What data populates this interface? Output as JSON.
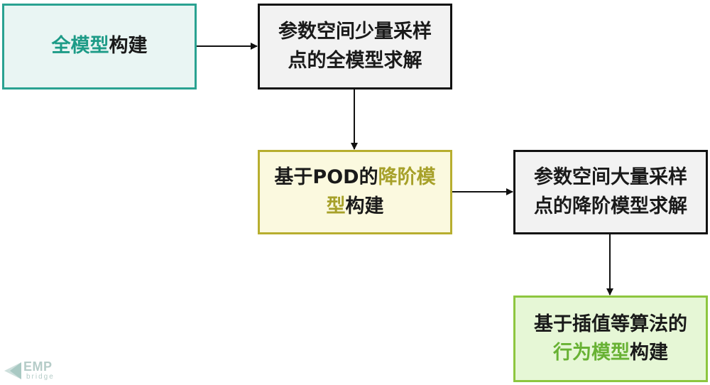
{
  "colors": {
    "teal": "#2aa291",
    "gray_border": "#111111",
    "olive": "#b7ae2f",
    "green": "#8dc63f"
  },
  "nodes": {
    "full_model": {
      "hl": "全模型",
      "rest": "构建"
    },
    "full_solve": {
      "line1": "参数空间少量采样",
      "line2": "点的全模型求解"
    },
    "pod_rom": {
      "pre": "基于POD的",
      "hl1": "降阶模",
      "hl2": "型",
      "post": "构建"
    },
    "rom_solve": {
      "line1": "参数空间大量采样",
      "line2": "点的降阶模型求解"
    },
    "behavior_model": {
      "line1": "基于插值等算法的",
      "hl": "行为模型",
      "post": "构建"
    }
  },
  "logo": {
    "main": "EMP",
    "sub": "bridge"
  }
}
